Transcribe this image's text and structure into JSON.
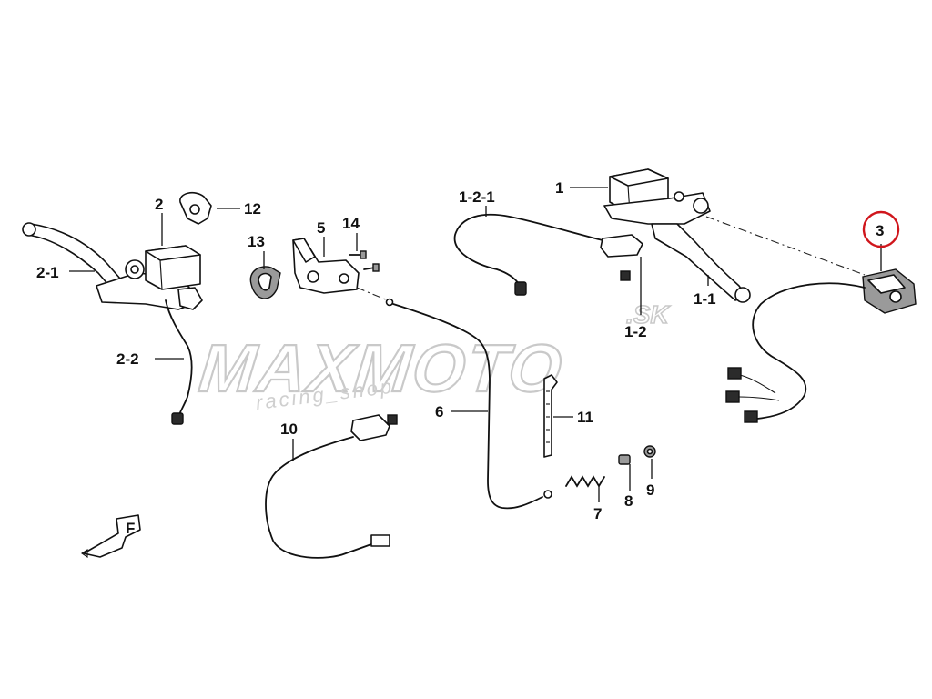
{
  "diagram": {
    "watermark": {
      "brand": "MAXMOTO",
      "suffix": ".SK",
      "tagline": "racing_shop"
    },
    "highlight_color": "#d0161c",
    "callouts": {
      "c1": "1",
      "c1_1": "1-1",
      "c1_2": "1-2",
      "c1_2_1": "1-2-1",
      "c2": "2",
      "c2_1": "2-1",
      "c2_2": "2-2",
      "c3": "3",
      "c5": "5",
      "c6": "6",
      "c7": "7",
      "c8": "8",
      "c9": "9",
      "c10": "10",
      "c11": "11",
      "c12": "12",
      "c13": "13",
      "c14": "14"
    },
    "highlighted_part": "3",
    "direction_marker": "F"
  }
}
